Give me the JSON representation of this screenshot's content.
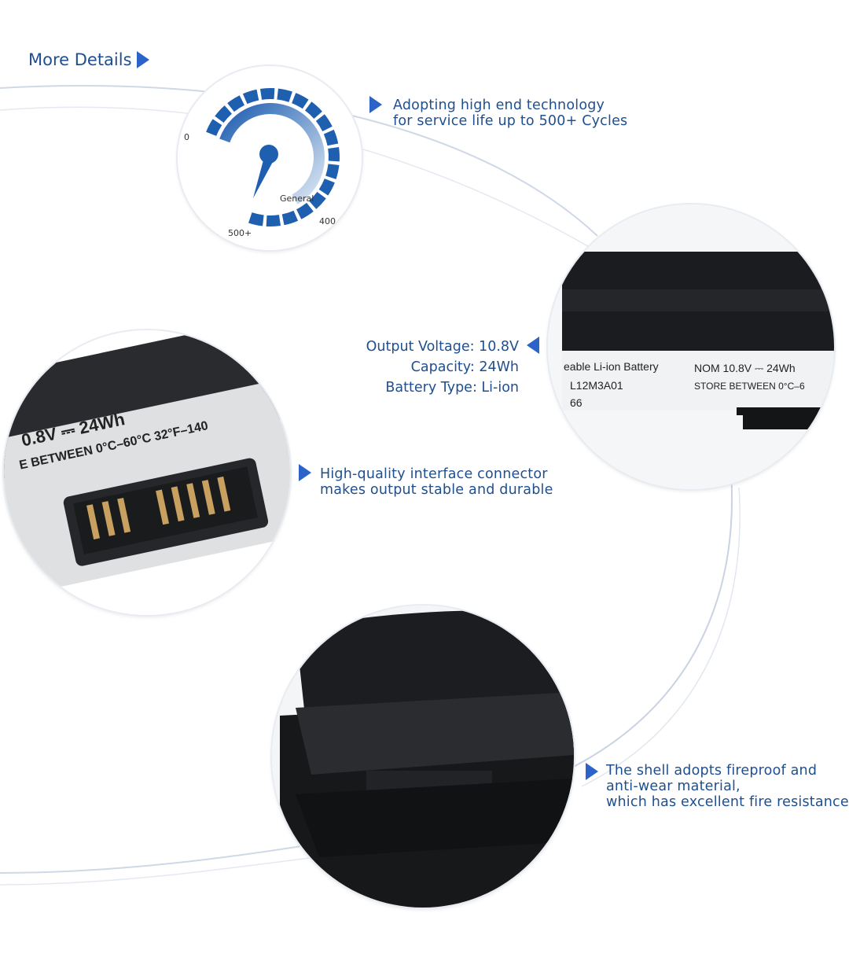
{
  "header": {
    "title": "More Details"
  },
  "gauge": {
    "tick_0": "0",
    "tick_general": "General",
    "tick_400": "400",
    "tick_500": "500+",
    "accent": "#1f5fb0"
  },
  "features": {
    "cycles": {
      "line1": "Adopting high end technology",
      "line2": "for service life up to 500+ Cycles"
    },
    "connector": {
      "line1": "High-quality interface connector",
      "line2": "makes output stable and durable"
    },
    "shell": {
      "line1": "The shell adopts fireproof and",
      "line2": "anti-wear material,",
      "line3": "which has excellent fire resistance."
    }
  },
  "specs": {
    "voltage": "Output Voltage: 10.8V",
    "capacity": "Capacity: 24Wh",
    "type": "Battery Type: Li-ion"
  },
  "label_left": {
    "line1": "0.8V ⎓ 24Wh",
    "line2": "E BETWEEN 0°C–60°C  32°F–140"
  },
  "label_right": {
    "line1a": "eable Li-ion  Battery",
    "line1b": "NOM 10.8V ⎓ 24Wh",
    "line2a": "L12M3A01",
    "line2b": "STORE BETWEEN 0°C–6",
    "line3a": "66"
  },
  "icons": [
    "arrow-right-icon",
    "arrow-left-icon",
    "gauge-icon"
  ]
}
